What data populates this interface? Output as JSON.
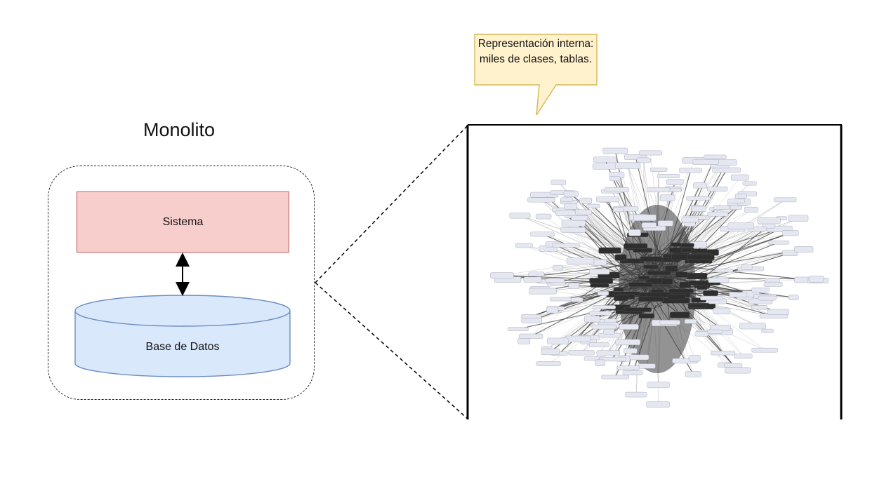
{
  "diagram": {
    "title": "Monolito",
    "system_label": "Sistema",
    "database_label": "Base de Datos",
    "callout_text": "Representación interna: miles de clases, tablas.",
    "colors": {
      "system_fill": "#f8cecc",
      "system_stroke": "#b85450",
      "database_fill": "#dae8fc",
      "database_stroke": "#6c8ebf",
      "callout_fill": "#fff2cc",
      "callout_stroke": "#d6b656"
    },
    "graph_image": {
      "description_icon": "dependency-graph-icon"
    }
  }
}
